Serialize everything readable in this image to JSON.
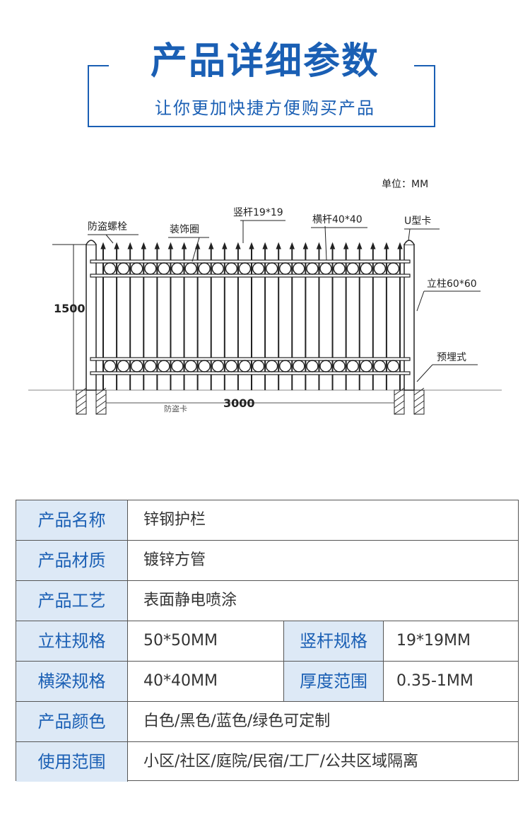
{
  "header": {
    "title": "产品详细参数",
    "subtitle": "让你更加快捷方便购买产品"
  },
  "diagram": {
    "unit": "单位：MM",
    "labels": {
      "anti_theft_bolt": "防盗螺栓",
      "decorative_ring": "装饰圈",
      "vertical_bar": "竖杆19*19",
      "horizontal_bar": "横杆40*40",
      "u_clip": "U型卡",
      "post": "立柱60*60",
      "embedded": "预埋式",
      "height": "1500",
      "width": "3000",
      "anti_theft_clip": "防盗卡"
    }
  },
  "specs": [
    {
      "label": "产品名称",
      "value": "锌钢护栏"
    },
    {
      "label": "产品材质",
      "value": "镀锌方管"
    },
    {
      "label": "产品工艺",
      "value": "表面静电喷涂"
    },
    {
      "label": "立柱规格",
      "value": "50*50MM",
      "label2": "竖杆规格",
      "value2": "19*19MM"
    },
    {
      "label": "横梁规格",
      "value": "40*40MM",
      "label2": "厚度范围",
      "value2": "0.35-1MM"
    },
    {
      "label": "产品颜色",
      "value": "白色/黑色/蓝色/绿色可定制"
    },
    {
      "label": "使用范围",
      "value": "小区/社区/庭院/民宿/工厂/公共区域隔离"
    }
  ]
}
